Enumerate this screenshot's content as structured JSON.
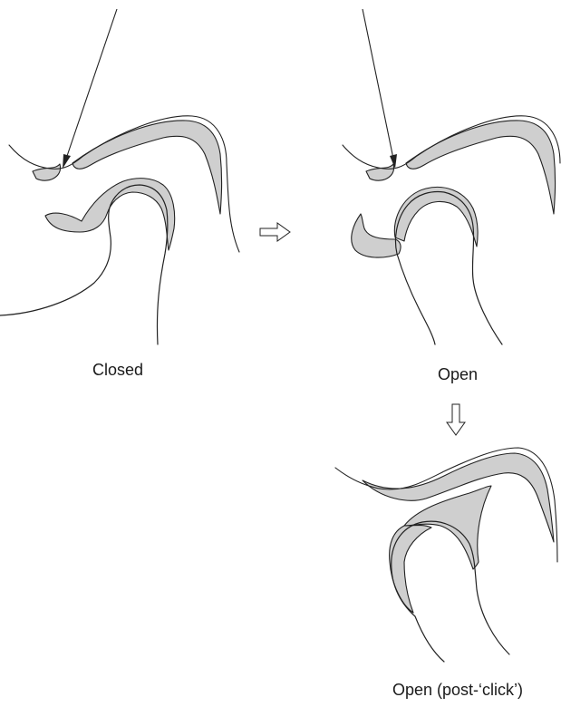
{
  "labels": {
    "closed": "Closed",
    "open": "Open",
    "post_click": "Open (post-‘click’)"
  },
  "colors": {
    "disc_fill": "#cfcfcf",
    "outline": "#222222",
    "background": "#ffffff"
  }
}
